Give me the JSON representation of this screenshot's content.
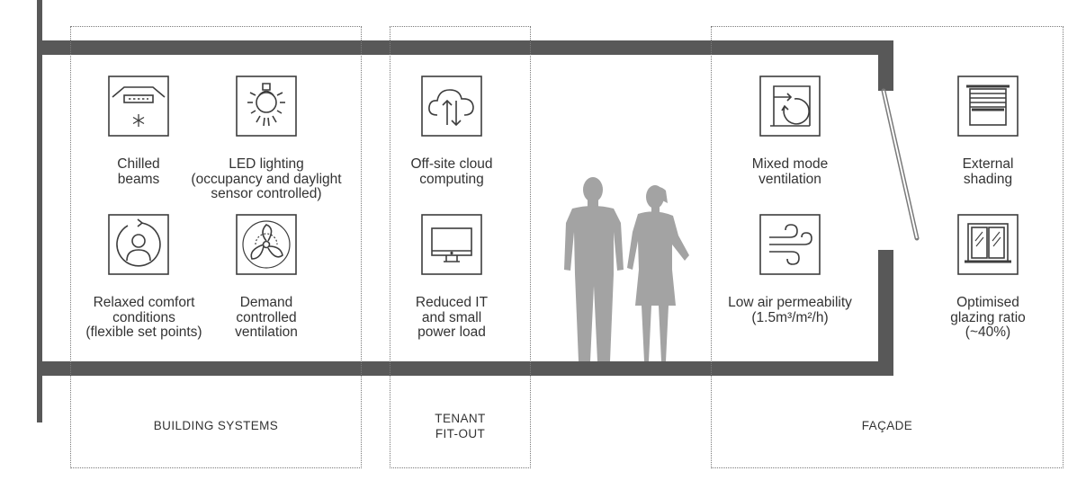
{
  "sections": {
    "building_systems": "BUILDING SYSTEMS",
    "tenant_fit_out": [
      "TENANT",
      "FIT-OUT"
    ],
    "facade": "FAÇADE"
  },
  "features": {
    "chilled_beams": [
      "Chilled",
      "beams"
    ],
    "led_lighting": [
      "LED lighting",
      "(occupancy and daylight",
      "sensor controlled)"
    ],
    "relaxed_comfort": [
      "Relaxed comfort",
      "conditions",
      "(flexible set points)"
    ],
    "demand_ventilation": [
      "Demand",
      "controlled",
      "ventilation"
    ],
    "cloud_computing": [
      "Off-site cloud",
      "computing"
    ],
    "reduced_it": [
      "Reduced IT",
      "and small",
      "power load"
    ],
    "mixed_mode": [
      "Mixed mode",
      "ventilation"
    ],
    "external_shading": [
      "External",
      "shading"
    ],
    "air_permeability": [
      "Low air permeability",
      "(1.5m³/m²/h)"
    ],
    "glazing_ratio": [
      "Optimised",
      "glazing ratio",
      "(~40%)"
    ]
  },
  "colors": {
    "structure": "#585858",
    "icon_stroke": "#3d3d3d",
    "people": "#a3a3a3"
  }
}
